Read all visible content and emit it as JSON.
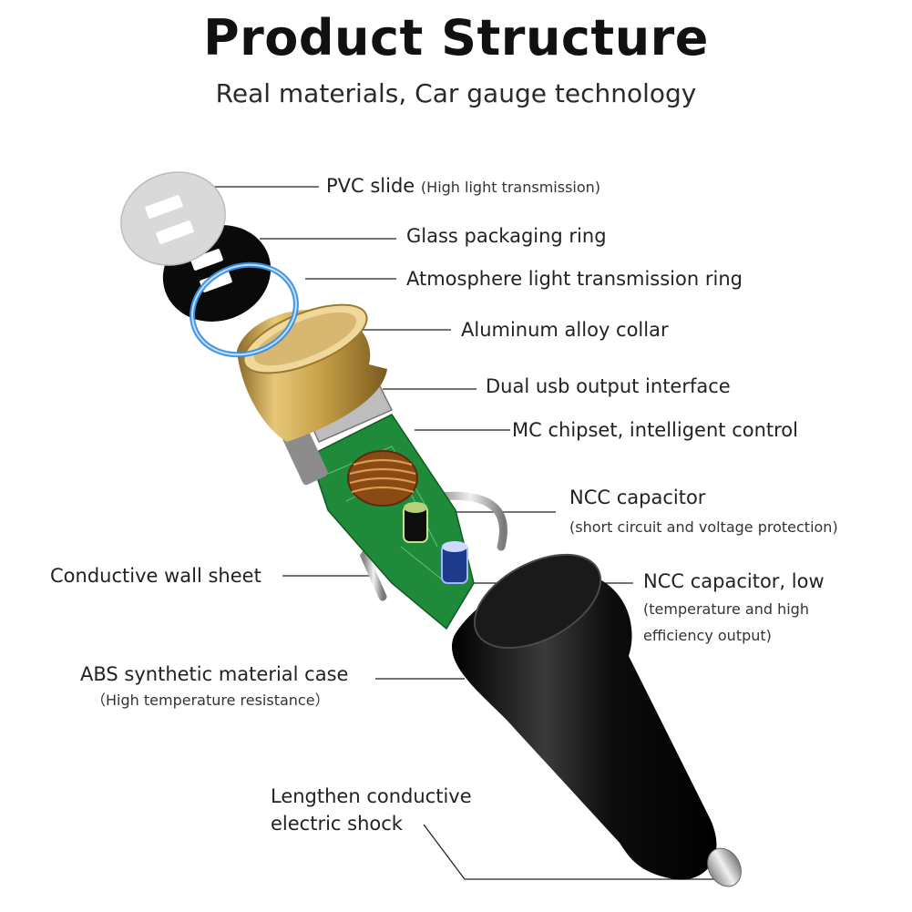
{
  "header": {
    "title": "Product Structure",
    "subtitle": "Real materials, Car gauge technology"
  },
  "parts": {
    "pvc_slide": {
      "label": "PVC slide",
      "note": "(High light transmission)"
    },
    "glass_ring": {
      "label": "Glass packaging ring"
    },
    "atmosphere_ring": {
      "label": "Atmosphere light transmission ring"
    },
    "aluminum_collar": {
      "label": "Aluminum alloy collar"
    },
    "dual_usb": {
      "label": "Dual usb output interface"
    },
    "mc_chipset": {
      "label": "MC chipset, intelligent control"
    },
    "ncc_capacitor": {
      "label": "NCC capacitor",
      "note": "(short circuit and voltage protection)"
    },
    "ncc_capacitor_low": {
      "label": "NCC capacitor, low",
      "note_line1": "(temperature and high",
      "note_line2": "efficiency output)"
    },
    "conductive_wall": {
      "label": "Conductive wall sheet"
    },
    "abs_case": {
      "label": "ABS synthetic material case",
      "note": "（High temperature resistance）"
    },
    "lengthen": {
      "label_line1": "Lengthen conductive",
      "label_line2": "electric shock"
    }
  },
  "colors": {
    "pvc": "#d9d9d9",
    "glass": "#0a0a0a",
    "ring": "#3a8fe0",
    "gold": "#c9a24a",
    "pcb": "#1f8a3a",
    "coil": "#b5651d",
    "case": "#111111",
    "metal": "#c0c0c0",
    "leader": "#222222"
  },
  "icons": {
    "pvc_slide": "pvc-slide-disc",
    "glass_ring": "glass-ring-disc",
    "atmosphere_ring": "blue-light-ring",
    "collar": "gold-collar",
    "usb": "usb-ports",
    "pcb": "circuit-board",
    "coil": "inductor-coil",
    "capacitor": "capacitor",
    "wall": "metal-wall-sheet",
    "case": "black-case",
    "tip": "contact-tip"
  }
}
